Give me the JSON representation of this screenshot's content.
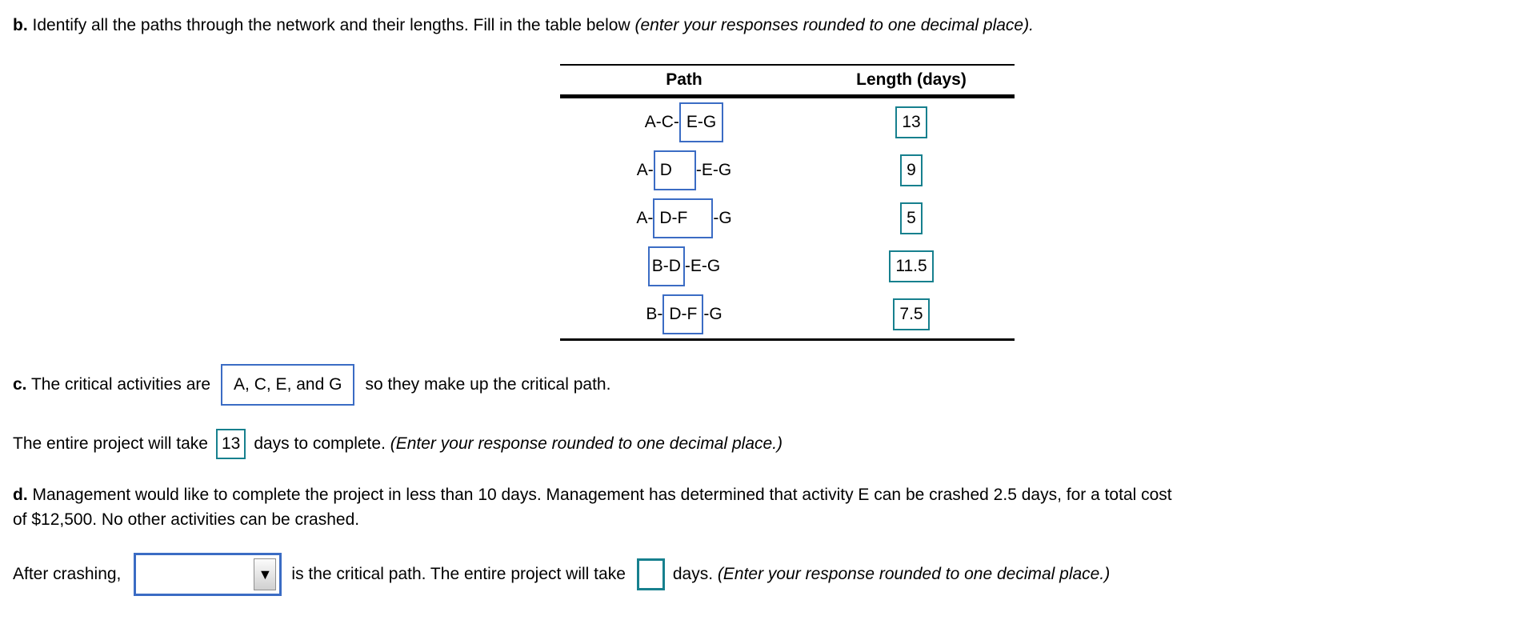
{
  "colors": {
    "path_box_border": "#3B6CC4",
    "length_box_border": "#17808E",
    "dropdown_border": "#3B6CC4"
  },
  "icons": {
    "dropdown_arrow": "▼"
  },
  "question_b": {
    "prefix": "b.",
    "text": " Identify all the paths through the network and their lengths. Fill in the table below ",
    "italic": "(enter your responses rounded to one decimal place)."
  },
  "table": {
    "headers": {
      "path": "Path",
      "length": "Length (days)"
    },
    "rows": [
      {
        "pre": "A-C-",
        "entry": "E-G",
        "post": "",
        "length": "13"
      },
      {
        "pre": "A-",
        "entry": "D",
        "post": "-E-G",
        "length": "9"
      },
      {
        "pre": "A-",
        "entry": "D-F",
        "post": "-G",
        "length": "5"
      },
      {
        "pre": "",
        "entry": "B-D",
        "post": "-E-G",
        "length": "11.5"
      },
      {
        "pre": "B-",
        "entry": "D-F",
        "post": "-G",
        "length": "7.5"
      }
    ]
  },
  "question_c": {
    "prefix": "c.",
    "text_before": " The critical activities are",
    "entry": "A, C, E, and G",
    "text_after": "so they make up the critical path."
  },
  "project_line": {
    "text_before": "The entire project will take",
    "entry": "13",
    "text_after": "days to complete.",
    "italic": " (Enter your response rounded to one decimal place.)"
  },
  "question_d": {
    "prefix": "d.",
    "text": " Management would like to complete the project in less than 10 days. Management has determined that activity E can be crashed 2.5 days, for a total cost of $12,500. No other activities can be crashed."
  },
  "crash_line": {
    "text_before": "After crashing,",
    "dropdown_value": "",
    "text_mid": "is the critical path. The entire project will take",
    "entry": "",
    "text_after": "days.",
    "italic": " (Enter your response rounded to one decimal place.)"
  }
}
